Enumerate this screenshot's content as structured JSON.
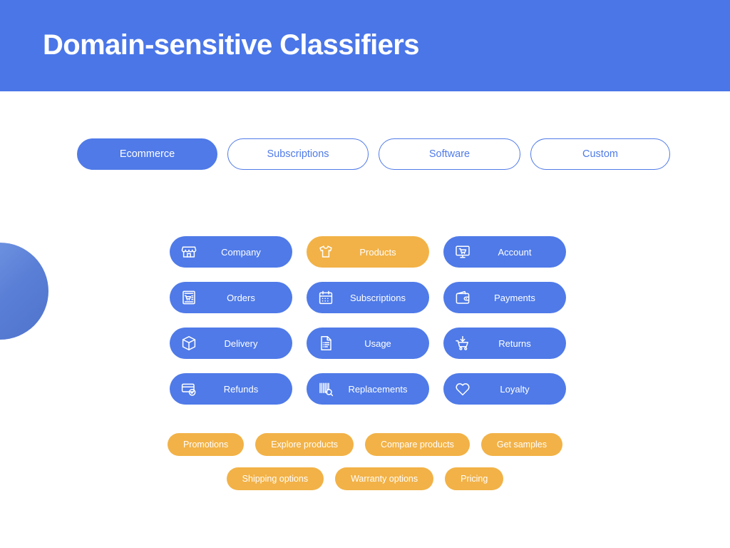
{
  "header": {
    "title": "Domain-sensitive Classifiers",
    "background_color": "#4a76e8",
    "title_color": "#ffffff"
  },
  "theme": {
    "blue": "#4f7ae8",
    "orange": "#f2b247",
    "page_background": "#ffffff"
  },
  "tabs": {
    "selected": "Ecommerce",
    "items": [
      {
        "label": "Ecommerce",
        "state": "active"
      },
      {
        "label": "Subscriptions",
        "state": "inactive"
      },
      {
        "label": "Software",
        "state": "inactive"
      },
      {
        "label": "Custom",
        "state": "inactive"
      }
    ]
  },
  "categories": {
    "items": [
      {
        "label": "Company",
        "icon": "storefront-icon",
        "color": "blue"
      },
      {
        "label": "Products",
        "icon": "tshirt-icon",
        "color": "orange"
      },
      {
        "label": "Account",
        "icon": "monitor-cart-icon",
        "color": "blue"
      },
      {
        "label": "Orders",
        "icon": "order-receipt-icon",
        "color": "blue"
      },
      {
        "label": "Subscriptions",
        "icon": "calendar-icon",
        "color": "blue"
      },
      {
        "label": "Payments",
        "icon": "wallet-icon",
        "color": "blue"
      },
      {
        "label": "Delivery",
        "icon": "box-icon",
        "color": "blue"
      },
      {
        "label": "Usage",
        "icon": "document-list-icon",
        "color": "blue"
      },
      {
        "label": "Returns",
        "icon": "cart-return-icon",
        "color": "blue"
      },
      {
        "label": "Refunds",
        "icon": "card-check-icon",
        "color": "blue"
      },
      {
        "label": "Replacements",
        "icon": "barcode-search-icon",
        "color": "blue"
      },
      {
        "label": "Loyalty",
        "icon": "heart-icon",
        "color": "blue"
      }
    ]
  },
  "intents": {
    "rows": [
      [
        "Promotions",
        "Explore products",
        "Compare products",
        "Get samples"
      ],
      [
        "Shipping options",
        "Warranty options",
        "Pricing"
      ]
    ]
  },
  "decoration": {
    "circle": "decorative-circle"
  }
}
